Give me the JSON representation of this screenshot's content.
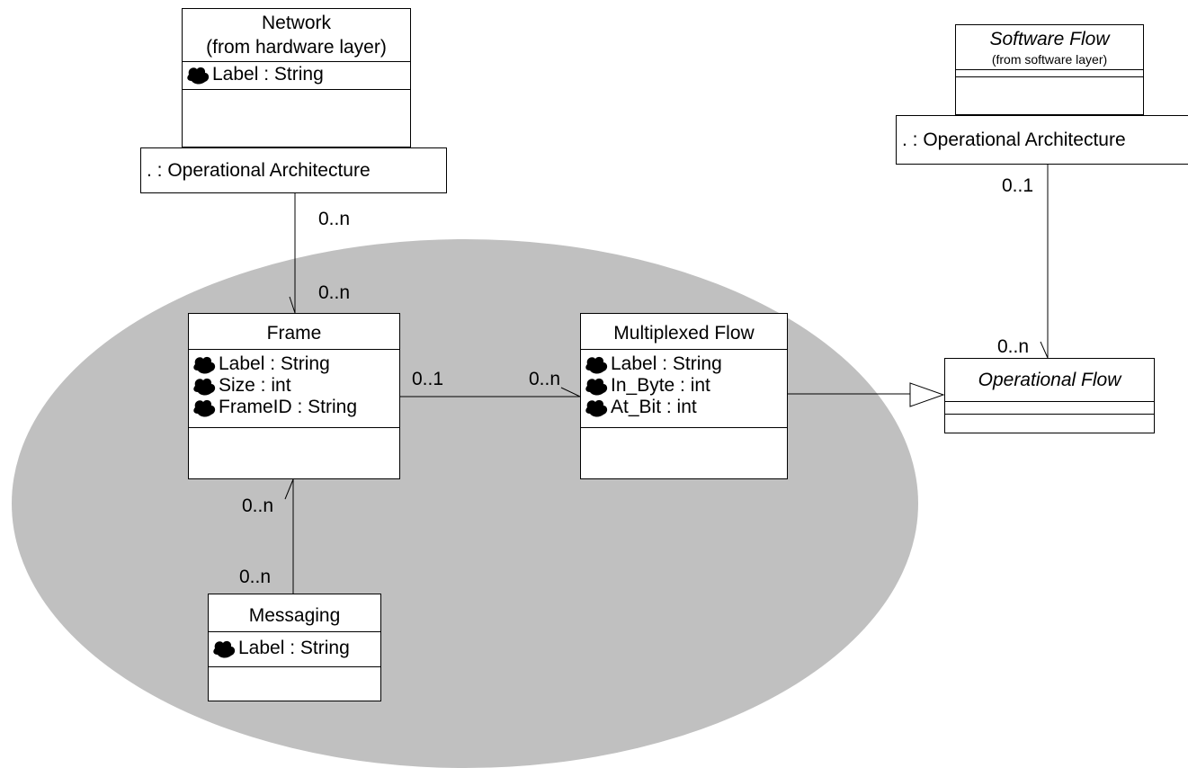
{
  "classes": {
    "network": {
      "name": "Network",
      "sub": "(from hardware layer)",
      "attrs": [
        "Label : String"
      ]
    },
    "software_flow": {
      "name": "Software Flow",
      "sub": "(from software layer)"
    },
    "frame": {
      "name": "Frame",
      "attrs": [
        "Label : String",
        "Size : int",
        "FrameID : String"
      ]
    },
    "multiplexed_flow": {
      "name": "Multiplexed Flow",
      "attrs": [
        "Label : String",
        "In_Byte : int",
        "At_Bit : int"
      ]
    },
    "operational_flow": {
      "name": "Operational Flow"
    },
    "messaging": {
      "name": "Messaging",
      "attrs": [
        "Label : String"
      ]
    }
  },
  "association_classes": {
    "left": ". : Operational Architecture",
    "right": ". : Operational Architecture"
  },
  "multiplicities": {
    "network_top": "0..n",
    "network_frame": "0..n",
    "frame_mux": "0..1",
    "mux_frame": "0..n",
    "frame_messaging": "0..n",
    "messaging_frame": "0..n",
    "software_top": "0..1",
    "software_opflow": "0..n"
  },
  "colors": {
    "ellipse_fill": "#c0c0c0",
    "line": "#000000",
    "box_fill": "#ffffff"
  },
  "icons": {
    "attribute": "attribute-icon"
  }
}
